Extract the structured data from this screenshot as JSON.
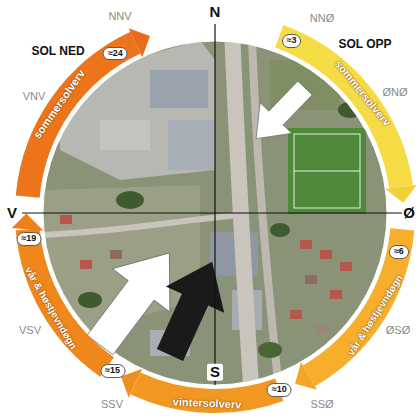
{
  "diagram": {
    "labels": [
      "N",
      "S",
      "V",
      "Ø",
      "SOL NED",
      "SOL OPP",
      "NNV",
      "VNV",
      "VSV",
      "SSV",
      "NNØ",
      "ØNØ",
      "ØSØ",
      "SSØ",
      "sommersolverv",
      "sommersolverv",
      "vår & høstjevndøgn",
      "vår & høstjevndøgn",
      "vintersolverv",
      "≈24",
      "≈3",
      "≈6",
      "≈19",
      "≈15",
      "≈10"
    ]
  }
}
